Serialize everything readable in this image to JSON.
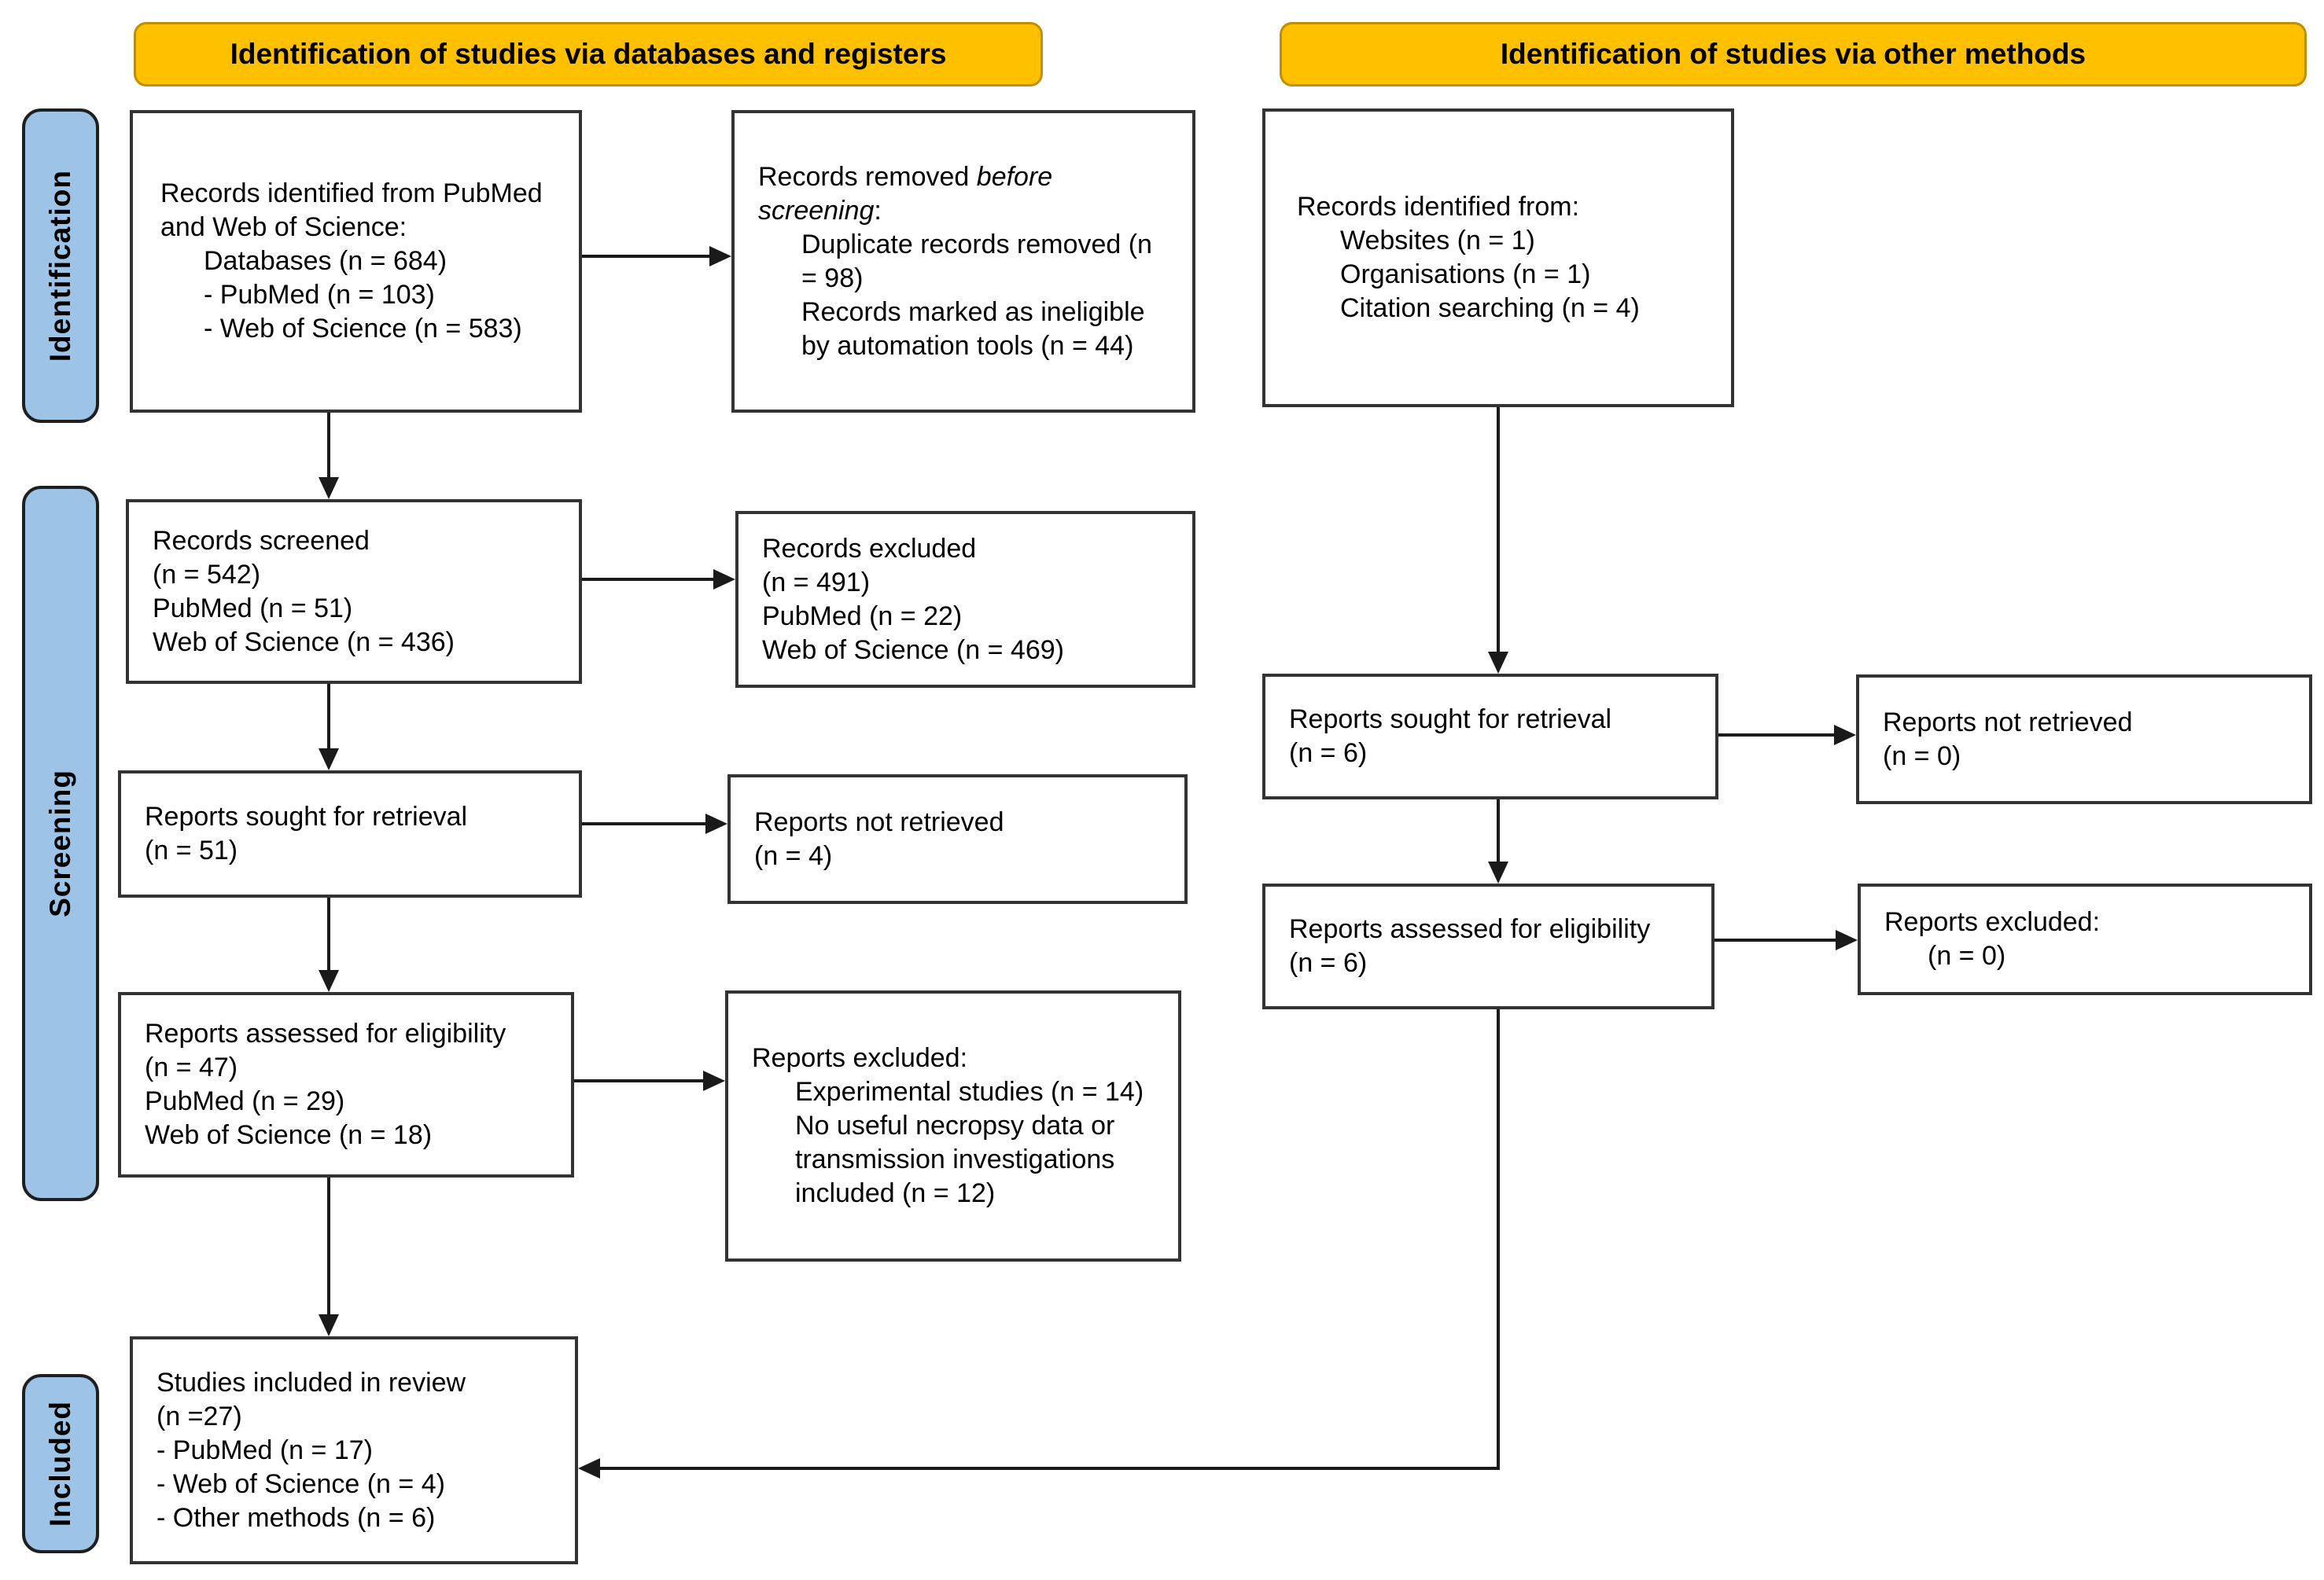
{
  "colors": {
    "header_bg": "#FFC000",
    "header_border": "#BF8F00",
    "stage_bg": "#9DC3E6",
    "line_color": "#1A1A1A"
  },
  "headers": [
    {
      "label": "Identification of studies via databases and registers"
    },
    {
      "label": "Identification of studies via other methods"
    }
  ],
  "stages": [
    {
      "label": "Identification"
    },
    {
      "label": "Screening"
    },
    {
      "label": "Included"
    }
  ],
  "boxes": {
    "records_identified_db": {
      "lines": [
        {
          "t": "Records identified from PubMed",
          "ind": 0
        },
        {
          "t": "and Web of Science:",
          "ind": 0
        },
        {
          "t": "Databases (n = 684)",
          "ind": 1
        },
        {
          "t": "- PubMed (n = 103)",
          "ind": 1
        },
        {
          "t": "- Web of Science (n = 583)",
          "ind": 1
        }
      ]
    },
    "records_removed": {
      "lines": [
        {
          "seg": [
            {
              "t": "Records removed "
            },
            {
              "t": "before",
              "it": true
            }
          ],
          "ind": 0
        },
        {
          "seg": [
            {
              "t": "screening",
              "it": true
            },
            {
              "t": ":"
            }
          ],
          "ind": 0
        },
        {
          "t": "Duplicate records removed (n",
          "ind": 1
        },
        {
          "t": "= 98)",
          "ind": 1
        },
        {
          "t": "Records marked as ineligible",
          "ind": 1
        },
        {
          "t": "by automation tools (n = 44)",
          "ind": 1
        }
      ]
    },
    "records_identified_other": {
      "lines": [
        {
          "t": "Records identified from:",
          "ind": 0
        },
        {
          "t": "Websites (n = 1)",
          "ind": 1
        },
        {
          "t": "Organisations (n = 1)",
          "ind": 1
        },
        {
          "t": "Citation searching (n = 4)",
          "ind": 1
        }
      ]
    },
    "records_screened": {
      "lines": [
        {
          "t": "Records screened",
          "ind": 0
        },
        {
          "t": "(n = 542)",
          "ind": 0
        },
        {
          "t": "PubMed (n = 51)",
          "ind": 0
        },
        {
          "t": "Web of Science (n = 436)",
          "ind": 0
        }
      ]
    },
    "records_excluded": {
      "lines": [
        {
          "t": "Records excluded",
          "ind": 0
        },
        {
          "t": "(n = 491)",
          "ind": 0
        },
        {
          "t": "PubMed (n = 22)",
          "ind": 0
        },
        {
          "t": "Web of Science (n = 469)",
          "ind": 0
        }
      ]
    },
    "reports_sought_db": {
      "lines": [
        {
          "t": "Reports sought for retrieval",
          "ind": 0
        },
        {
          "t": "(n = 51)",
          "ind": 0
        }
      ]
    },
    "reports_not_retrieved_db": {
      "lines": [
        {
          "t": "Reports not retrieved",
          "ind": 0
        },
        {
          "t": "(n = 4)",
          "ind": 0
        }
      ]
    },
    "reports_assessed_db": {
      "lines": [
        {
          "t": "Reports assessed for eligibility",
          "ind": 0
        },
        {
          "t": "(n = 47)",
          "ind": 0
        },
        {
          "t": "PubMed (n = 29)",
          "ind": 0
        },
        {
          "t": "Web of Science (n = 18)",
          "ind": 0
        }
      ]
    },
    "reports_excluded_db": {
      "lines": [
        {
          "t": "Reports excluded:",
          "ind": 0
        },
        {
          "t": "Experimental studies (n = 14)",
          "ind": 1
        },
        {
          "t": "No useful necropsy data or",
          "ind": 1
        },
        {
          "t": "transmission investigations",
          "ind": 1
        },
        {
          "t": "included (n = 12)",
          "ind": 1
        }
      ]
    },
    "studies_included": {
      "lines": [
        {
          "t": "Studies included in review",
          "ind": 0
        },
        {
          "t": "(n =27)",
          "ind": 0
        },
        {
          "t": "- PubMed (n = 17)",
          "ind": 0
        },
        {
          "t": "- Web of Science (n = 4)",
          "ind": 0
        },
        {
          "t": "- Other methods (n = 6)",
          "ind": 0
        }
      ]
    },
    "reports_sought_other": {
      "lines": [
        {
          "t": "Reports sought for retrieval",
          "ind": 0
        },
        {
          "t": "(n = 6)",
          "ind": 0
        }
      ]
    },
    "reports_not_retrieved_other": {
      "lines": [
        {
          "t": "Reports not retrieved",
          "ind": 0
        },
        {
          "t": "(n = 0)",
          "ind": 0
        }
      ]
    },
    "reports_assessed_other": {
      "lines": [
        {
          "t": "Reports assessed for eligibility",
          "ind": 0
        },
        {
          "t": "(n = 6)",
          "ind": 0
        }
      ]
    },
    "reports_excluded_other": {
      "lines": [
        {
          "t": "Reports excluded:",
          "ind": 0
        },
        {
          "t": "(n = 0)",
          "ind": 1
        }
      ]
    }
  }
}
